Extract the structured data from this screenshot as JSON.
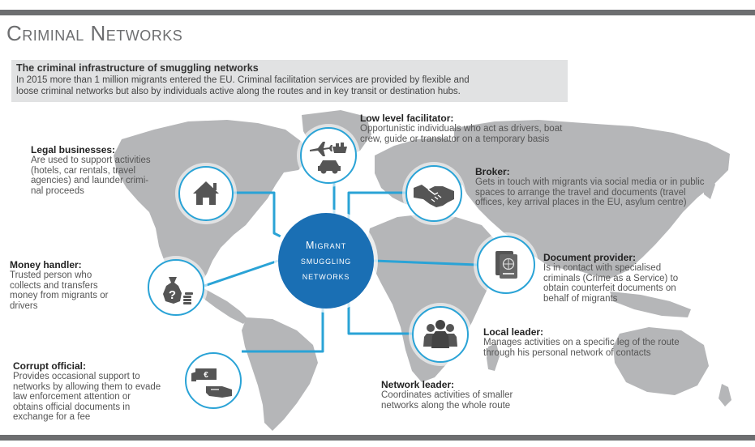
{
  "title": "Criminal Networks",
  "intro": {
    "heading": "The criminal infrastructure of smuggling networks",
    "line1": "In 2015 more than 1 million migrants entered the EU. Criminal facilitation services are provided by flexible and",
    "line2": "loose  criminal networks but also by individuals active along the routes and in key transit or destination hubs."
  },
  "center": {
    "line1": "Migrant",
    "line2": "smuggling",
    "line3": "networks"
  },
  "colors": {
    "accent": "#2aa3d6",
    "center": "#1a6fb4",
    "map": "#b5b6b8",
    "bar": "#6d6e70"
  },
  "roles": {
    "legal": {
      "icon": "house-icon",
      "title": "Legal businesses:",
      "lines": [
        "Are used to support activities",
        "(hotels, car rentals, travel",
        "agencies) and launder crimi-",
        "nal proceeds"
      ]
    },
    "low": {
      "icon": "transport-icon",
      "title": "Low level facilitator:",
      "lines": [
        "Opportunistic individuals who act as drivers, boat",
        "crew, guide or translator on a temporary basis"
      ]
    },
    "broker": {
      "icon": "handshake-icon",
      "title": "Broker:",
      "lines": [
        "Gets in touch with migrants via social media or in public",
        "spaces to arrange the travel and documents (travel",
        "offices,  key arrival places in the EU, asylum centre)"
      ]
    },
    "money": {
      "icon": "money-bag-icon",
      "title": "Money handler:",
      "lines": [
        "Trusted person who",
        "collects and transfers",
        "money from migrants or",
        "drivers"
      ]
    },
    "doc": {
      "icon": "passport-icon",
      "title": "Document provider:",
      "lines": [
        "Is in contact with specialised",
        "criminals (Crime as a Service) to",
        "obtain counterfeit documents on",
        "behalf of migrants"
      ]
    },
    "local": {
      "icon": "group-icon",
      "title": "Local leader:",
      "lines": [
        "Manages activities on a specific leg of the route",
        "through his personal network of contacts"
      ]
    },
    "corrupt": {
      "icon": "bribe-icon",
      "title": "Corrupt official:",
      "lines": [
        "Provides occasional support to",
        "networks by allowing them to evade",
        "law enforcement attention or",
        "obtains official documents in",
        "exchange for a fee"
      ]
    },
    "leader": {
      "title": "Network leader:",
      "lines": [
        "Coordinates activities of smaller",
        "networks along the whole route"
      ]
    }
  }
}
